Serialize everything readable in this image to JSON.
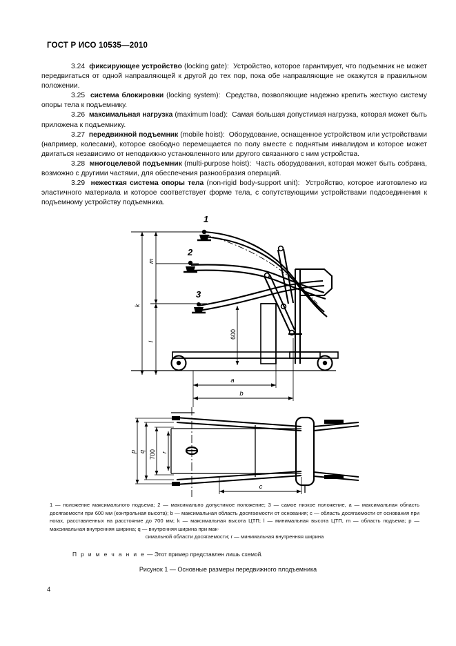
{
  "header": {
    "standard_title": "ГОСТ Р ИСО 10535—2010"
  },
  "body": {
    "paragraphs": [
      {
        "number": "3.24",
        "term_ru": "фиксирующее устройство",
        "term_en": "(locking gate):",
        "definition": "Устройство, которое гарантирует, что подъемник не может передвигаться от одной направляющей к другой до тех пор, пока обе направляющие не окажутся в правильном положении."
      },
      {
        "number": "3.25",
        "term_ru": "система блокировки",
        "term_en": "(locking system):",
        "definition": "Средства, позволяющие надежно крепить жесткую систему опоры тела к подъемнику."
      },
      {
        "number": "3.26",
        "term_ru": "максимальная нагрузка",
        "term_en": "(maximum load):",
        "definition": "Самая большая допустимая нагрузка, которая может быть приложена к подъемнику."
      },
      {
        "number": "3.27",
        "term_ru": "передвижной подъемник",
        "term_en": "(mobile hoist):",
        "definition": "Оборудование, оснащенное устройством или устройствами (например, колесами), которое свободно перемещается по полу вместе с поднятым инвалидом и которое может двигаться независимо от неподвижно установленного или другого связанного с ним устройства."
      },
      {
        "number": "3.28",
        "term_ru": "многоцелевой подъемник",
        "term_en": "(multi-purpose hoist):",
        "definition": "Часть оборудования, которая может быть собрана, возможно с другими частями, для обеспечения разнообразия операций."
      },
      {
        "number": "3.29",
        "term_ru": "нежесткая система опоры тела",
        "term_en": "(non-rigid body-support unit):",
        "definition": "Устройство, которое изготовлено из эластичного материала и которое соответствует форме тела, с сопутствующими устройствами подсоединения к подъемному устройству подъемника."
      }
    ]
  },
  "figure": {
    "side_view": {
      "position_markers": [
        "1",
        "2",
        "3"
      ],
      "vertical_dimensions": [
        "k",
        "m",
        "l"
      ],
      "vertical_dimension_value": "600",
      "horizontal_dimensions": [
        "a",
        "b"
      ]
    },
    "plan_view": {
      "vertical_dimensions": [
        "p",
        "q",
        "r"
      ],
      "vertical_dimension_value": "700",
      "horizontal_dimensions": [
        "c"
      ]
    }
  },
  "legend": {
    "line1": "1 — положение максимального подъема; 2 — максимально допустимое положение; 3 — самое низкое положение, a — максимальная область досягаемости при 600 мм (контрольная высота); b — максимальная область досягаемости от основания; c — область досягаемости от основания при ногах, расставленных на расстояние до 700 мм; k — максимальная высота ЦТП; l — минимальная высота ЦТП, m — область подъема; p — максимальная внутренняя ширина; q — внутренняя ширина при мак-",
    "line_last": "симальной области досягаемости; r — минимальная внутренняя ширина"
  },
  "note": {
    "label": "П р и м е ч а н и е",
    "text": "— Этот пример представлен лишь схемой."
  },
  "figure_caption": {
    "text": "Рисунок 1 — Основные размеры передвижного плодъемника"
  },
  "page_number": "4",
  "colors": {
    "text": "#111111",
    "line": "#000000",
    "background": "#ffffff"
  }
}
